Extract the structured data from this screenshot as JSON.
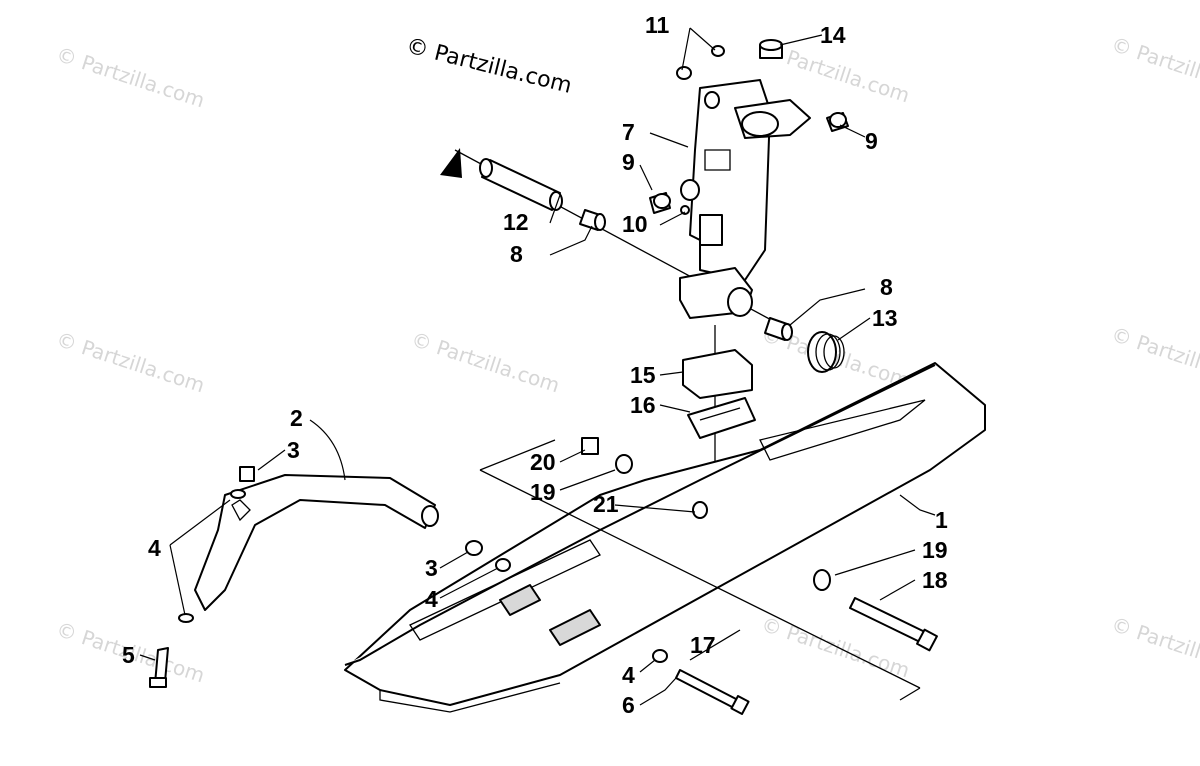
{
  "copyright": "© Partzilla.com",
  "watermark": "© Partzilla.com",
  "callouts": [
    {
      "id": "c1",
      "label": "1"
    },
    {
      "id": "c2",
      "label": "2"
    },
    {
      "id": "c3a",
      "label": "3"
    },
    {
      "id": "c3b",
      "label": "3"
    },
    {
      "id": "c4a",
      "label": "4"
    },
    {
      "id": "c4b",
      "label": "4"
    },
    {
      "id": "c4c",
      "label": "4"
    },
    {
      "id": "c5",
      "label": "5"
    },
    {
      "id": "c6",
      "label": "6"
    },
    {
      "id": "c7",
      "label": "7"
    },
    {
      "id": "c8a",
      "label": "8"
    },
    {
      "id": "c8b",
      "label": "8"
    },
    {
      "id": "c9a",
      "label": "9"
    },
    {
      "id": "c9b",
      "label": "9"
    },
    {
      "id": "c10",
      "label": "10"
    },
    {
      "id": "c11",
      "label": "11"
    },
    {
      "id": "c12",
      "label": "12"
    },
    {
      "id": "c13",
      "label": "13"
    },
    {
      "id": "c14",
      "label": "14"
    },
    {
      "id": "c15",
      "label": "15"
    },
    {
      "id": "c16",
      "label": "16"
    },
    {
      "id": "c17",
      "label": "17"
    },
    {
      "id": "c18",
      "label": "18"
    },
    {
      "id": "c19a",
      "label": "19"
    },
    {
      "id": "c19b",
      "label": "19"
    },
    {
      "id": "c20",
      "label": "20"
    },
    {
      "id": "c21",
      "label": "21"
    }
  ]
}
